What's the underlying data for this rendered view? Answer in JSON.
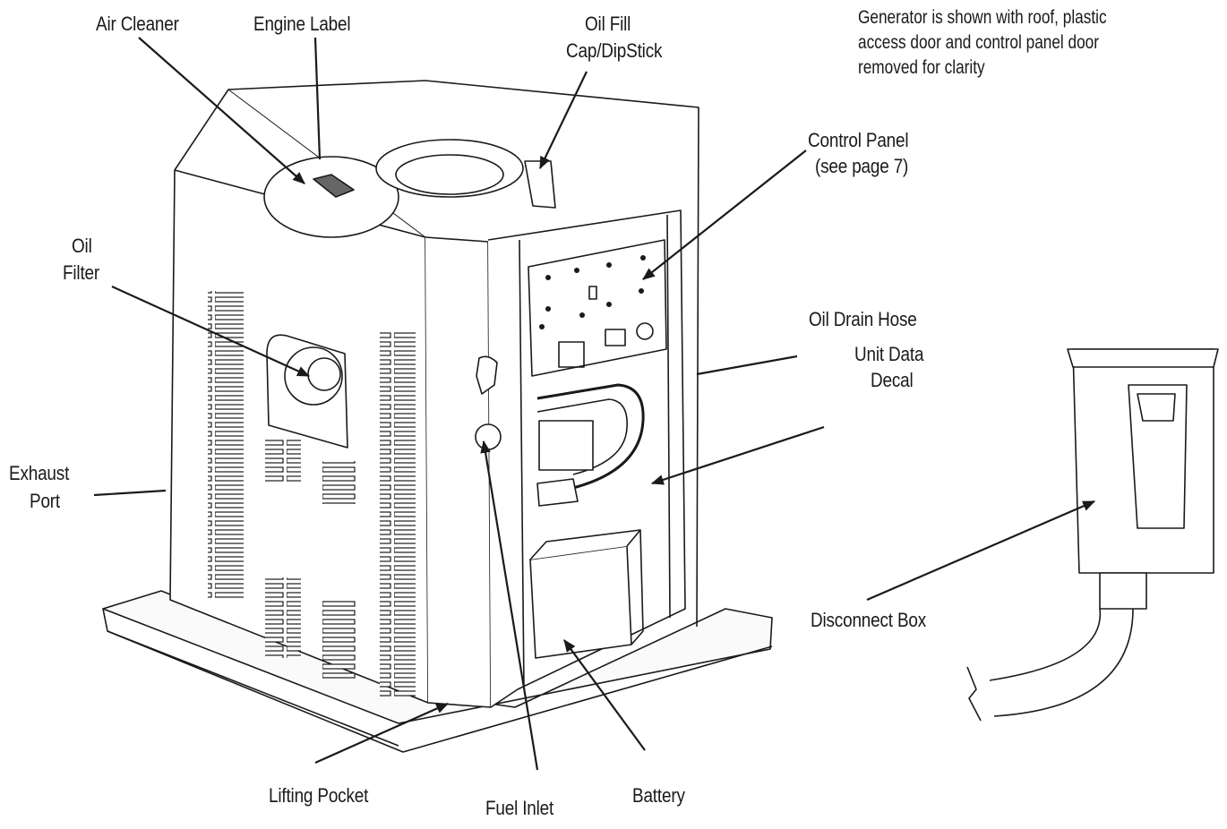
{
  "note": {
    "line1": "Generator is shown with roof, plastic",
    "line2": "access door and control panel door",
    "line3": "removed for clarity"
  },
  "labels": {
    "air_cleaner": "Air Cleaner",
    "engine_label": "Engine Label",
    "oil_fill_1": "Oil Fill",
    "oil_fill_2": "Cap/DipStick",
    "control_panel_1": "Control Panel",
    "control_panel_2": "(see page 7)",
    "oil_filter_1": "Oil",
    "oil_filter_2": "Filter",
    "oil_drain_hose": "Oil Drain Hose",
    "unit_data_1": "Unit Data",
    "unit_data_2": "Decal",
    "exhaust_1": "Exhaust",
    "exhaust_2": "Port",
    "disconnect_box": "Disconnect Box",
    "lifting_pocket": "Lifting Pocket",
    "fuel_inlet": "Fuel Inlet",
    "battery": "Battery"
  }
}
